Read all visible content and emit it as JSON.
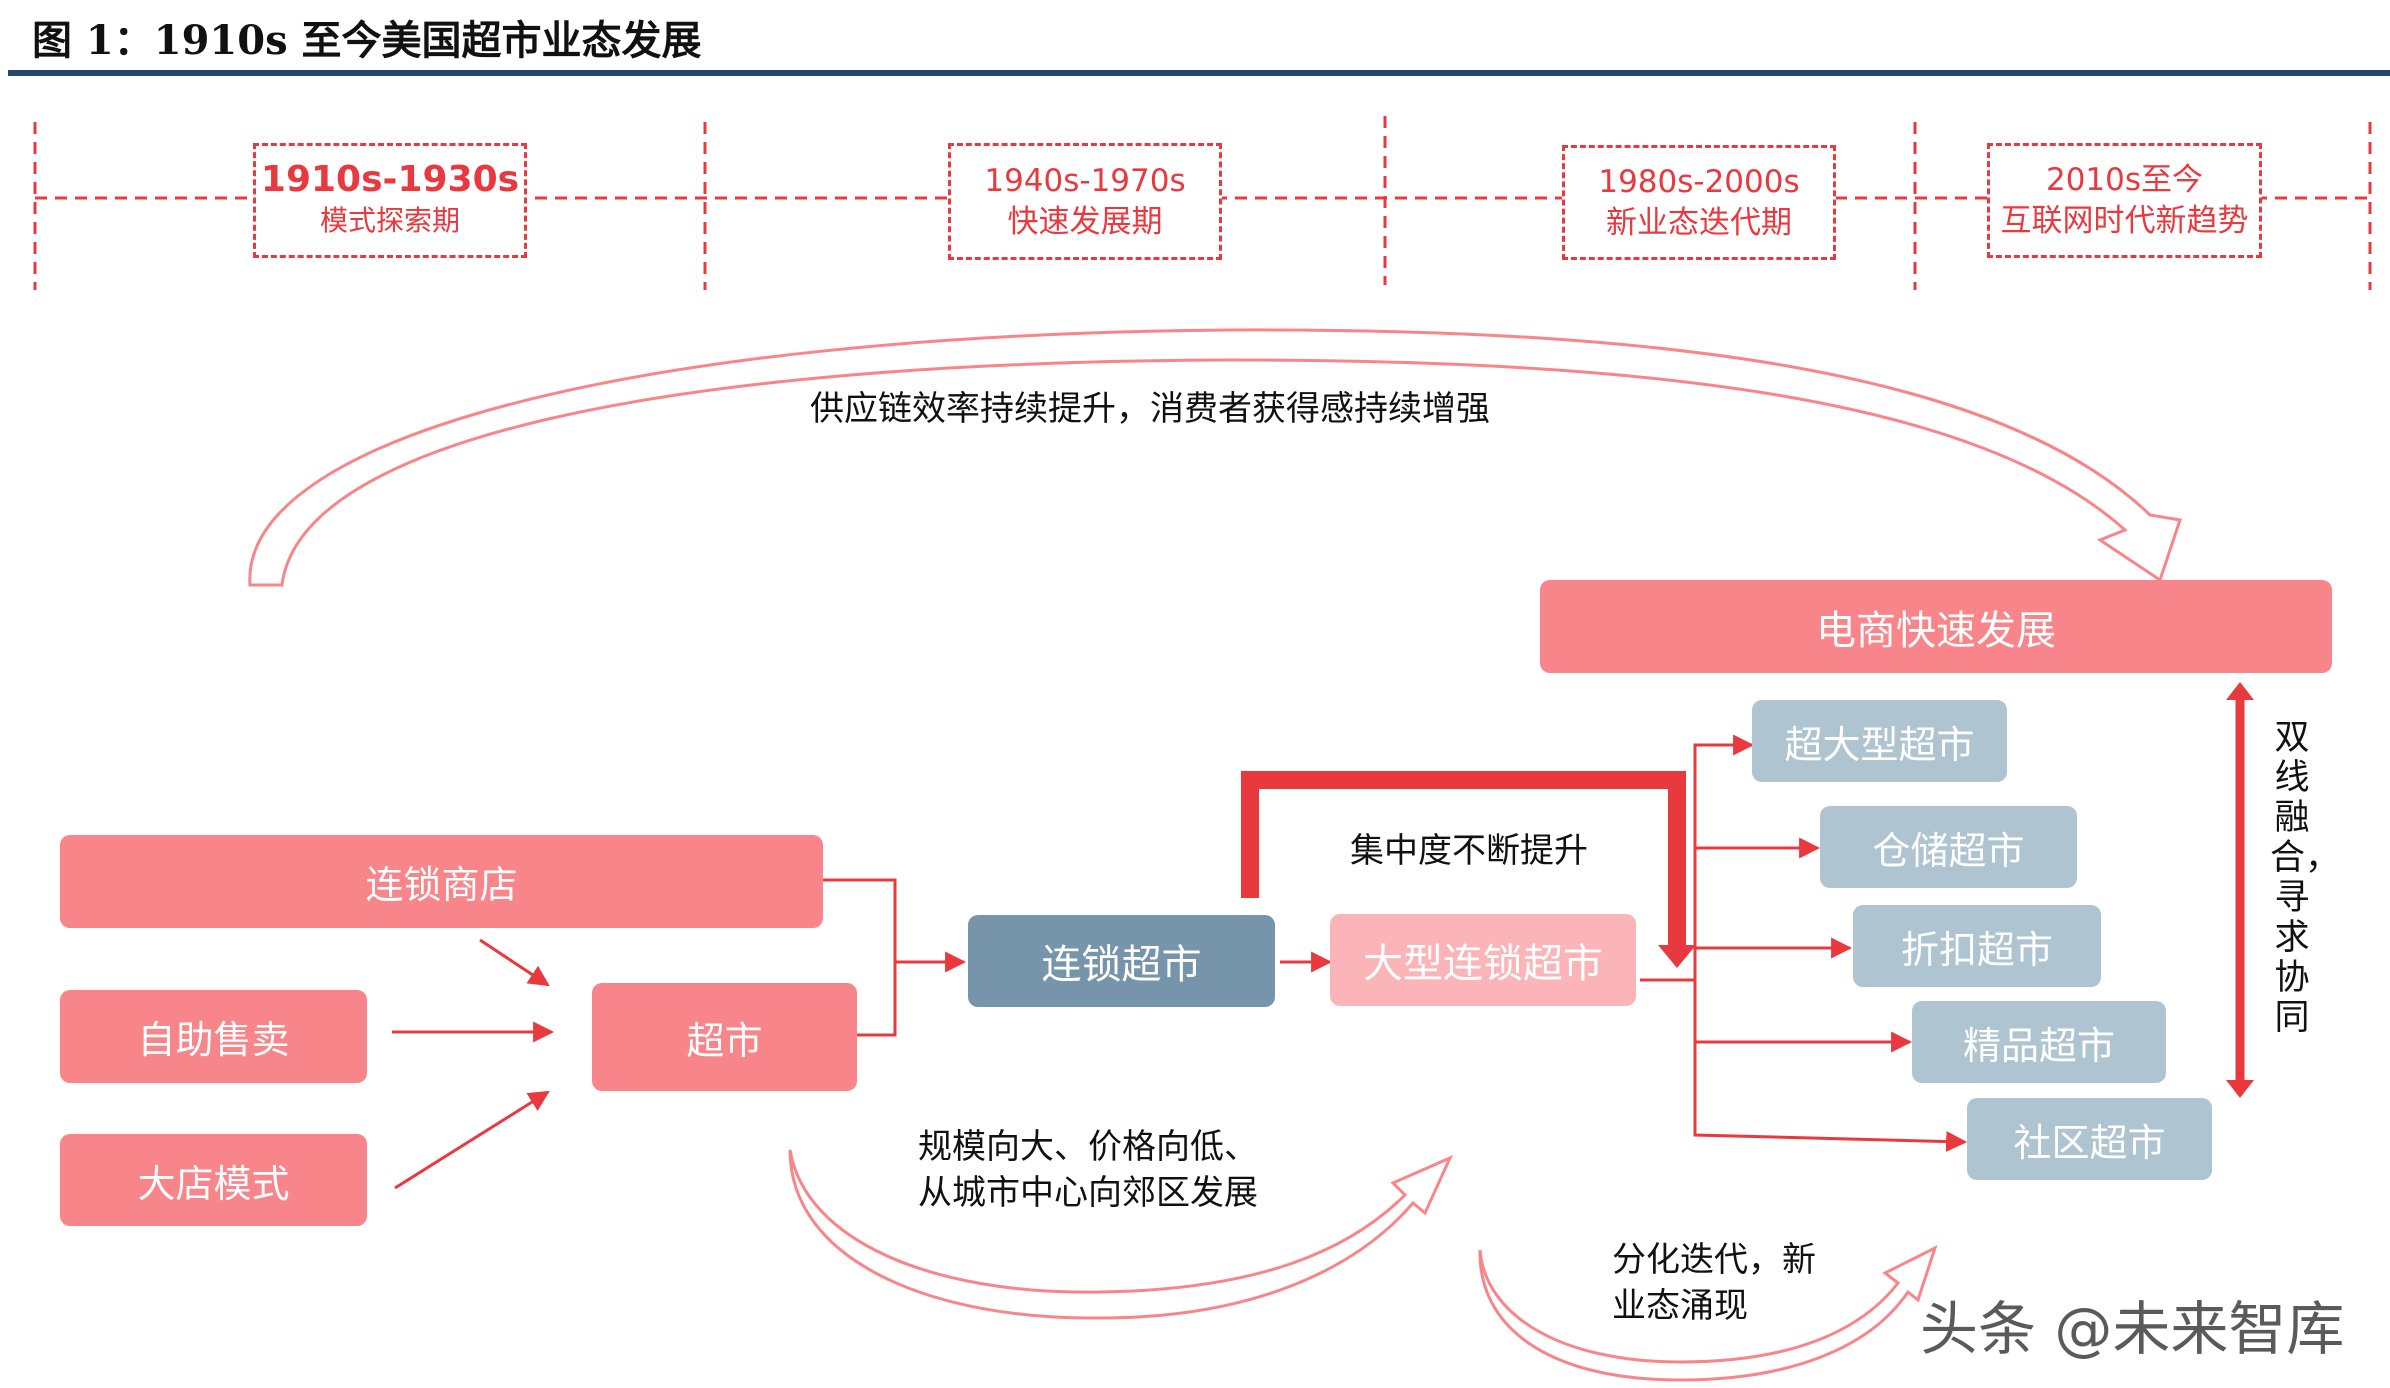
{
  "figure_title": "图 1：1910s 至今美国超市业态发展",
  "timeline": [
    {
      "period": "1910s-1930s",
      "label": "模式探索期"
    },
    {
      "period": "1940s-1970s",
      "label": "快速发展期"
    },
    {
      "period": "1980s-2000s",
      "label": "新业态迭代期"
    },
    {
      "period": "2010s至今",
      "label": "互联网时代新趋势"
    }
  ],
  "big_arrow_caption": "供应链效率持续提升，消费者获得感持续增强",
  "ecommerce": "电商快速发展",
  "origins": [
    "连锁商店",
    "自助售卖",
    "大店模式"
  ],
  "supermarket": "超市",
  "chain_supermarket": "连锁超市",
  "large_chain_supermarket": "大型连锁超市",
  "concentration_note": "集中度不断提升",
  "formats": [
    "超大型超市",
    "仓储超市",
    "折扣超市",
    "精品超市",
    "社区超市"
  ],
  "scale_note": [
    "规模向大、价格向低、",
    "从城市中心向郊区发展"
  ],
  "diversify_note": [
    "分化迭代，新",
    "业态涌现"
  ],
  "dual_line_note": "双线融合，寻求协同",
  "watermark": "头条 @未来智库",
  "colors": {
    "accent_red": "#e8393f",
    "salmon": "#f7858a",
    "steel_blue": "#7695aa",
    "light_pink": "#fbb5b9",
    "light_grey_blue": "#aec4d1",
    "title_rule": "#24476b"
  }
}
